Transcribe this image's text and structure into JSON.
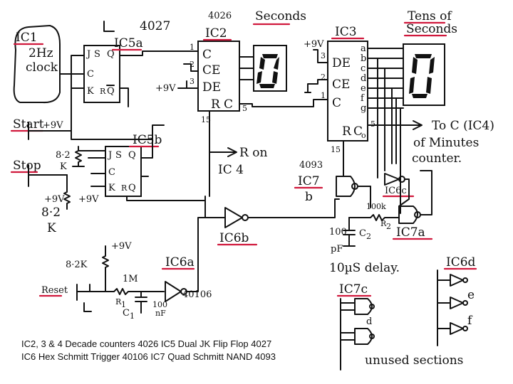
{
  "ic1": {
    "title": "IC1",
    "line1": "2Hz",
    "line2": "clock"
  },
  "ic2": {
    "part": "4026",
    "label": "IC2",
    "caption": "Seconds",
    "pins": {
      "c": "C",
      "ce": "CE",
      "de": "DE",
      "r": "R",
      "co": "C"
    },
    "pin_nums": {
      "p1": "1",
      "p2": "2",
      "p3": "3",
      "p15": "15",
      "p5": "5"
    }
  },
  "ic3": {
    "label": "IC3",
    "caption": "Tens of Seconds",
    "pins": {
      "de": "DE",
      "ce": "CE",
      "c": "C",
      "r": "R",
      "co": "C"
    },
    "pin_nums": {
      "p3": "3",
      "p2": "2",
      "p1": "1",
      "p15": "15",
      "p5": "5"
    },
    "segments": [
      "a",
      "b",
      "c",
      "d",
      "e",
      "f",
      "g"
    ],
    "sub_o": "o"
  },
  "ic5a": {
    "part": "4027",
    "label": "IC5a",
    "pins": {
      "j": "J",
      "s": "S",
      "c": "C",
      "k": "K",
      "r": "R",
      "q1": "Q",
      "q1b": "Q"
    }
  },
  "ic5b": {
    "label": "IC5b",
    "pins": {
      "j": "J",
      "s": "S",
      "c": "C",
      "k": "K",
      "r": "R",
      "q2": "Q",
      "q2b": "Q"
    }
  },
  "supply": {
    "v9": "+9V",
    "v9b": "+9V",
    "v9c": "+9V",
    "v9d": "+9V",
    "v9e": "+9V",
    "v9f": "+9V"
  },
  "switches": {
    "start": "Start",
    "stop": "Stop",
    "reset": "Reset"
  },
  "resistors": {
    "r82k_a": "8·2",
    "k_a": "K",
    "r82k_b": "8·2",
    "k_b": "K",
    "r82k_c": "8·2K",
    "r1": "1M",
    "r1_label": "R",
    "r1_sub": "1",
    "r2": "100k",
    "r2_label": "R",
    "r2_sub": "2"
  },
  "capacitors": {
    "c1_label": "C",
    "c1_sub": "1",
    "c1_val": "100",
    "c1_unit": "nF",
    "c2_label": "C",
    "c2_sub": "2",
    "c2_val": "100",
    "c2_unit": "pF"
  },
  "gates": {
    "ic6a": "IC6a",
    "ic6a_part": "40106",
    "ic6b": "IC6b",
    "ic6c": "IC6c",
    "ic6d": "IC6d",
    "ic6e": "e",
    "ic6f": "f",
    "ic7a": "IC7a",
    "ic7b_part": "4093",
    "ic7b_l1": "IC7",
    "ic7b_l2": "b",
    "ic7c": "IC7c",
    "ic7d": "d"
  },
  "annotations": {
    "r_on": "R on",
    "ic4": "IC 4",
    "to_c": "To C (IC4)",
    "of_minutes": "of Minutes",
    "counter": "counter.",
    "delay": "10µS delay.",
    "unused": "unused sections"
  },
  "legend": {
    "line1": "IC2, 3 & 4   Decade counters  4026   IC5 Dual JK Flip Flop   4027",
    "line2": "IC6  Hex Schmitt Trigger  40106        IC7 Quad Schmitt NAND  4093"
  },
  "display": {
    "seconds_digit": "0",
    "tens_digit": "0"
  },
  "colors": {
    "ink": "#111111",
    "underline": "#d0183c"
  }
}
